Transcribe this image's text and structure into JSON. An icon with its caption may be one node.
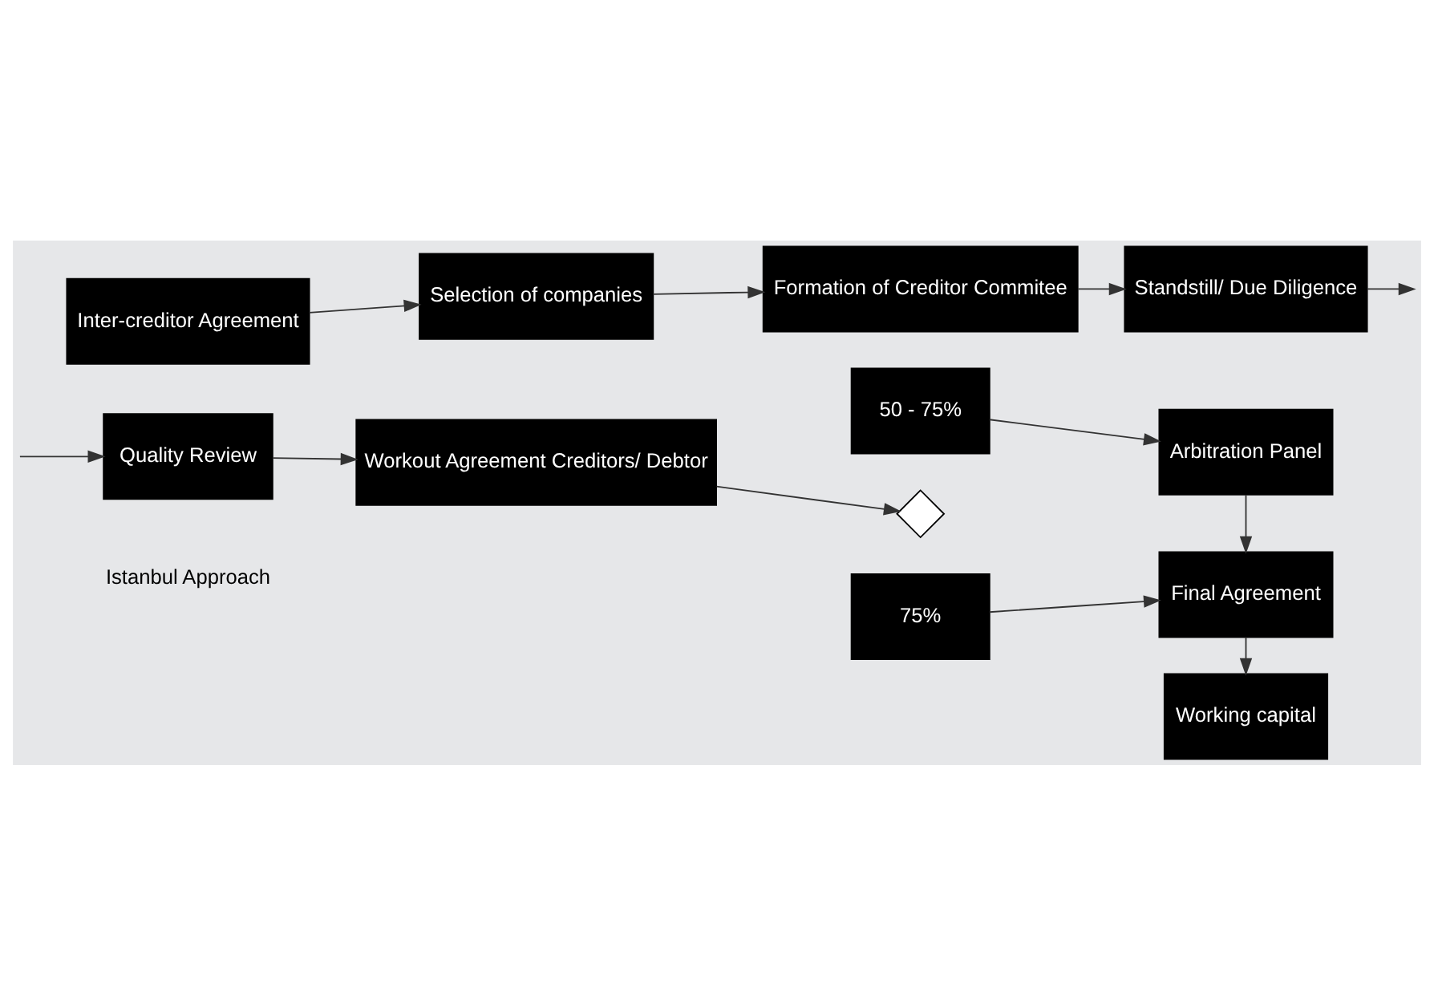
{
  "diagram": {
    "nodes": [
      {
        "text": [
          "Inter-creditor Agreement"
        ]
      },
      {
        "text": [
          "Selection of companies"
        ]
      },
      {
        "text": [
          "Formation of Creditor Commitee"
        ]
      },
      {
        "text": [
          "Standstill/ Due Diligence"
        ]
      },
      {
        "text": [
          "Quality Review"
        ]
      },
      {
        "text": [
          "Workout Agreement Creditors/ Debtor"
        ]
      },
      {
        "text": [],
        "shape": "diamond"
      },
      {
        "text": [
          "50 - 75%"
        ]
      },
      {
        "text": [
          "75%"
        ]
      },
      {
        "text": [
          "Arbitration Panel"
        ]
      },
      {
        "text": [
          "Final Agreement"
        ]
      },
      {
        "text": [
          "Working capital"
        ]
      }
    ],
    "edges": [
      {
        "from": 0,
        "to": 1,
        "arrow": "to"
      },
      {
        "from": 1,
        "to": 2,
        "arrow": "to"
      },
      {
        "from": 2,
        "to": 3,
        "arrow": "to"
      },
      {
        "from": 3,
        "to": null,
        "arrow": "to"
      },
      {
        "from": null,
        "to": 4,
        "arrow": "to"
      },
      {
        "from": 4,
        "to": 5,
        "arrow": "to"
      },
      {
        "from": 5,
        "to": 6,
        "arrow": "to"
      },
      {
        "from": 7,
        "to": 9,
        "arrow": "to"
      },
      {
        "from": 8,
        "to": 10,
        "arrow": "to"
      },
      {
        "from": 9,
        "to": 10,
        "arrow": "to"
      },
      {
        "from": 10,
        "to": 11,
        "arrow": "to"
      }
    ],
    "labels": [
      "Istanbul Approach"
    ]
  }
}
